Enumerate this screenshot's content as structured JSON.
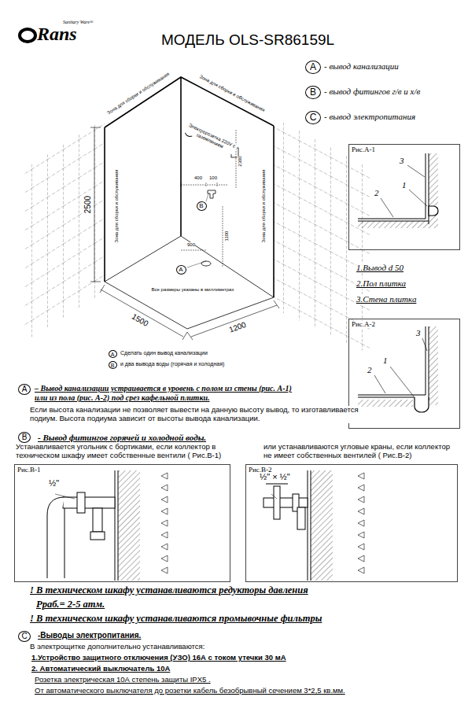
{
  "diagram": {
    "title": "МОДЕЛЬ OLS-SR86159L",
    "nodes": [
      {
        "text": [
          "A"
        ]
      },
      {
        "text": [
          "B"
        ]
      },
      {
        "text": [
          "C"
        ]
      },
      {
        "text": [
          "C"
        ]
      },
      {
        "text": [
          "B"
        ]
      },
      {
        "text": [
          "A"
        ]
      },
      {
        "text": [
          "A"
        ]
      },
      {
        "text": [
          "B"
        ]
      },
      {
        "text": [
          "Рис.А-1"
        ]
      },
      {
        "text": [
          "Рис.А-2"
        ]
      },
      {
        "text": [
          "A"
        ]
      },
      {
        "text": [
          "B"
        ]
      },
      {
        "text": [
          "Рис.В-1"
        ]
      },
      {
        "text": [
          "Рис.В-2"
        ]
      },
      {
        "text": [
          "C"
        ]
      }
    ],
    "labels": [
      "Rans",
      "Sanitary Ware®",
      "- вывод канализации",
      "- вывод фитингов г/в и х/в",
      "- вывод электропитания",
      "2500",
      "Зона для сборки и обслуживания",
      "Зона для сборки и обслуживания",
      "Зона для сборки и обслуживания",
      "Зона для сборки и обслуживания",
      "Электророзетка 220V с заземлением",
      "400",
      "100",
      "2300",
      "1100",
      "900",
      "Все размеры указаны в миллиметрах",
      "1500",
      "1200",
      "Сделать один вывод канализации",
      "и два вывода воды (горячая и холодная)",
      "3",
      "1",
      "2",
      "3",
      "1",
      "2",
      "1.Вывод d 50",
      "2.Пол плитка",
      "3.Стена плитка",
      "– Вывод канализации устраивается в уровень с полом из стены (рис. А-1) или из пола (рис. А-2) под срез кафельной плитки.",
      "Если высота канализации не позволяет вывести на данную высоту вывод, то изготавливается подиум. Высота подиума зависит от высоты вывода канализации.",
      "- Вывод фитингов горячей и холодной воды.",
      "Устанавливается угольник с бортиками, если коллектор в техническом шкафу имеет собственные вентили ( Рис.В-1)",
      "или устанавливаются угловые краны, если коллектор не имеет собственных вентилей ( Рис.В-2)",
      "½\"",
      "½\" × ½\"",
      "! В техническом шкафу устанавливаются редукторы давления",
      "Рраб.= 2-5 атм.",
      "! В техническом шкафу устанавливаются промывочные фильтры",
      "-Выводы электропитания.",
      "В электрощитке дополнительно устанавливаются:",
      "1.Устройство защитного отключения (УЗО) 16А с током утечки 30 мА",
      "2. Автоматический выключатель 10А",
      "Розетка электрическая 10А степень защиты IPX5 .",
      "От автоматического выключателя до розетки кабель безобрывный сечением 3*2,5 кв.мм."
    ]
  }
}
